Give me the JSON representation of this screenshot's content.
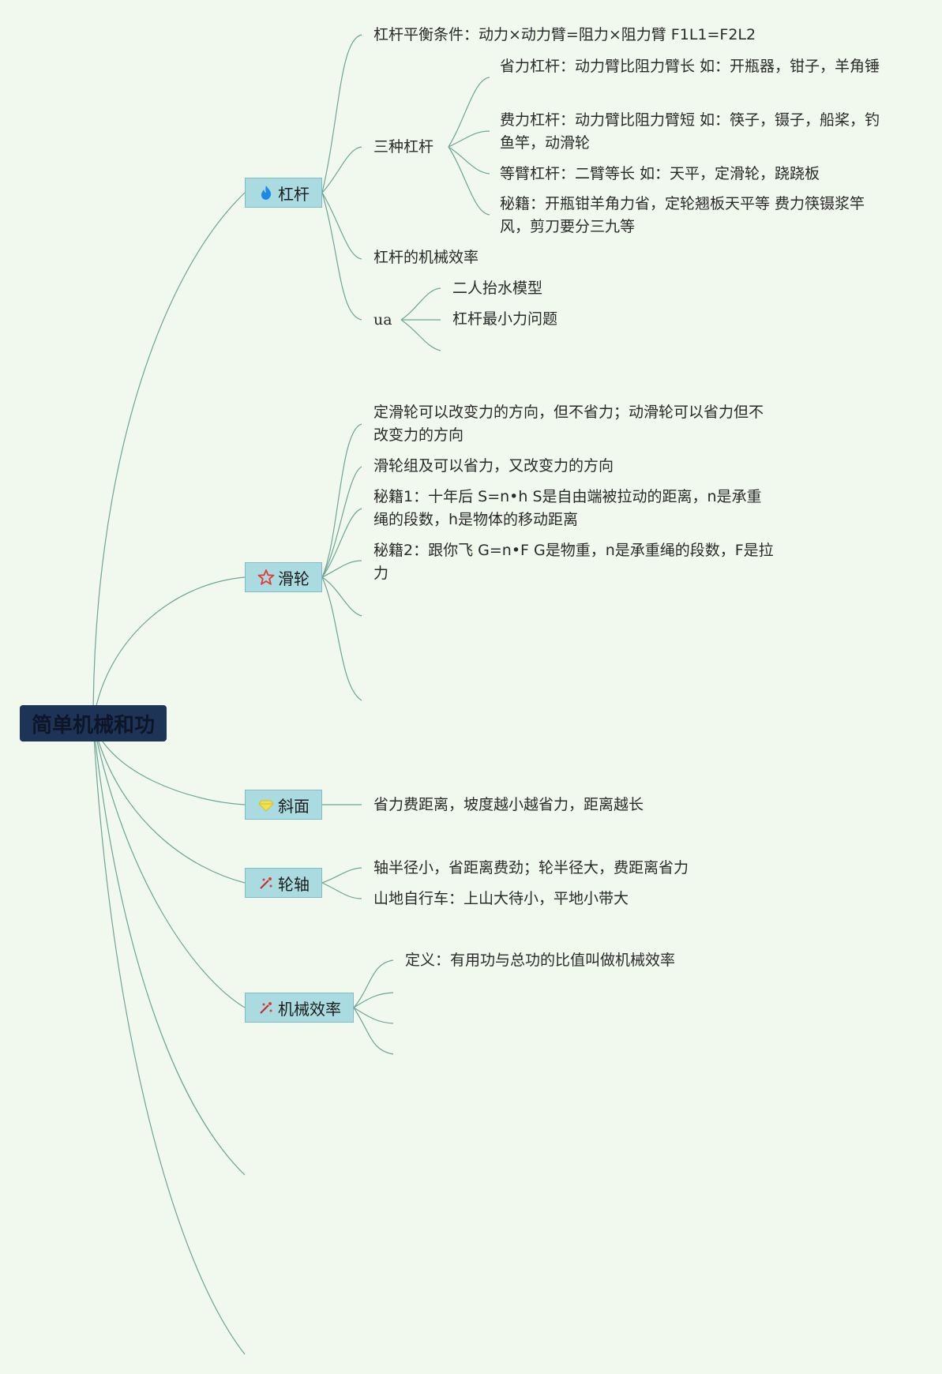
{
  "root": {
    "label": "简单机械和功"
  },
  "branches": {
    "lever": {
      "label": "杠杆",
      "icon": "flame-icon",
      "balance": "杠杆平衡条件：动力×动力臂=阻力×阻力臂 F1L1=F2L2",
      "three_types": {
        "label": "三种杠杆",
        "items": [
          "省力杠杆：动力臂比阻力臂长 如：开瓶器，钳子，羊角锤",
          "费力杠杆：动力臂比阻力臂短 如：筷子，镊子，船桨，钓鱼竿，动滑轮",
          "等臂杠杆：二臂等长 如：天平，定滑轮，跷跷板",
          "秘籍：开瓶钳羊角力省，定轮翘板天平等 费力筷镊浆竿风，剪刀要分三九等"
        ]
      },
      "efficiency": "杠杆的机械效率",
      "ua": {
        "label": "ua",
        "items": [
          "二人抬水模型",
          "杠杆最小力问题"
        ]
      }
    },
    "pulley": {
      "label": "滑轮",
      "icon": "star-icon",
      "items": [
        "定滑轮可以改变力的方向，但不省力；动滑轮可以省力但不改变力的方向",
        "滑轮组及可以省力，又改变力的方向",
        "秘籍1：十年后 S=n•h S是自由端被拉动的距离，n是承重绳的段数，h是物体的移动距离",
        "秘籍2：跟你飞 G=n•F G是物重，n是承重绳的段数，F是拉力"
      ]
    },
    "incline": {
      "label": "斜面",
      "icon": "gem-icon",
      "items": [
        "省力费距离，坡度越小越省力，距离越长"
      ]
    },
    "wheel_axle": {
      "label": "轮轴",
      "icon": "sparkle-icon",
      "items": [
        "轴半径小，省距离费劲；轮半径大，费距离省力",
        "山地自行车：上山大待小，平地小带大"
      ]
    },
    "mech_efficiency": {
      "label": "机械效率",
      "icon": "sparkle-icon",
      "items": [
        "定义：有用功与总功的比值叫做机械效率"
      ]
    }
  },
  "colors": {
    "background": "#f1f8ee",
    "root_fill": "#1e3457",
    "node_fill": "#a9dbe0",
    "link": "#6da597",
    "flame": "#1e88e5",
    "star": "#e53935",
    "gem": "#f2e24a",
    "sparkle": "#e53935"
  }
}
